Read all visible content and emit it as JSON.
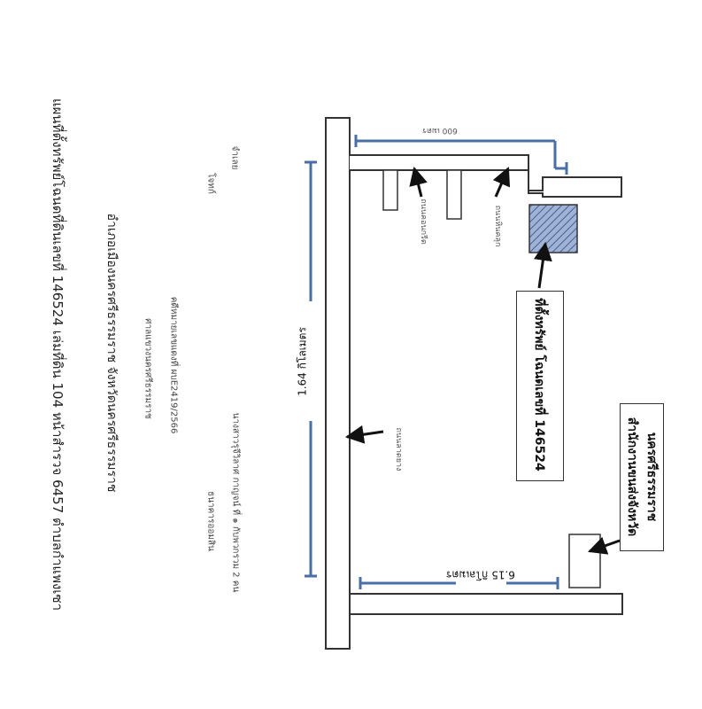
{
  "header": {
    "title_line1": "แผนที่ตั้งทรัพย์โฉนดที่ดินเลขที่ 146524 เล่มที่ดิน 104 หน้าสำรวจ 6457 ตำบลกำแพงเซา",
    "title_line2": "อำเภอเมืองนครศรีธรรมราช จังหวัดนครศรีธรรมราช",
    "court": "ศาลแขวงนครศรีธรรมราช",
    "case_no": "คดีหมายเลขแดงที่ ผบE2419/2566",
    "plaintiff_label": "โจทก์",
    "defendant_label": "จำเลย",
    "plaintiff": "ธนาคารออมสิน",
    "defendant": "นางสาวรุจีวิลาศ กาญจน์ ที่ ๑ กับพวกรวม 2 คน"
  },
  "map": {
    "distance_top": "600 เมตร",
    "distance_left": "1.64 กิโลเมตร",
    "distance_bottom": "6.15 กิโลเมตร",
    "roads": {
      "main_road": "ถนนลาดยาง",
      "concrete_road": "ถนนคอนกรีต",
      "gravel_road": "ถนนหินคลุก"
    },
    "property_label": "ที่ตั้งทรัพย์ โฉนดเลขที่ 146524",
    "office_label_line1": "สำนักงานขนส่งจังหวัด",
    "office_label_line2": "นครศรีธรรมราช",
    "colors": {
      "line": "#333333",
      "dimension": "#4a6fa5",
      "property_fill": "#8aa0c8",
      "arrow": "#111111"
    }
  }
}
